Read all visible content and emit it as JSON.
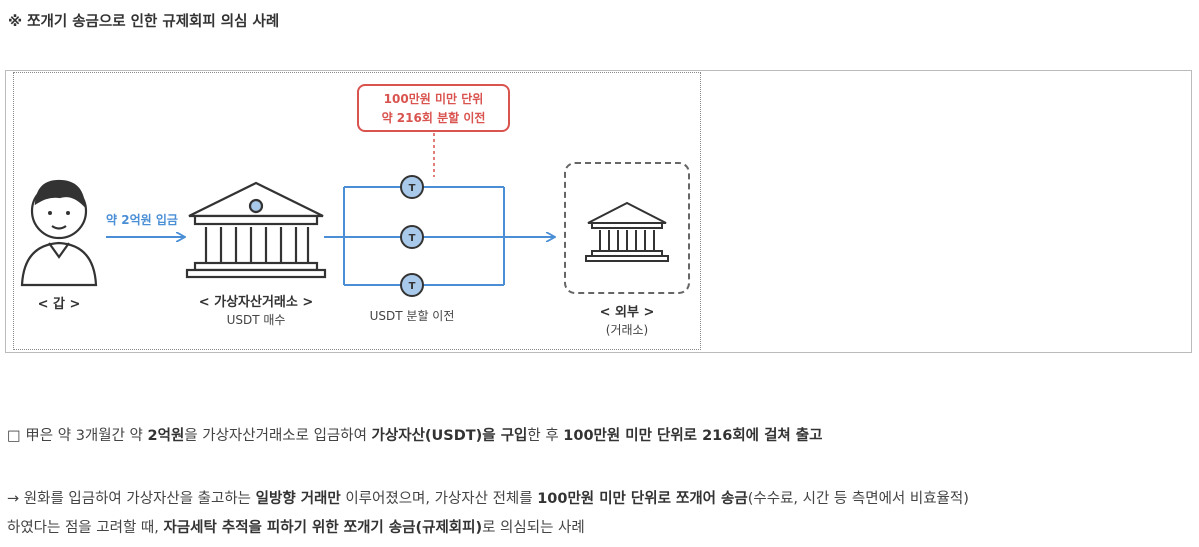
{
  "heading": "※ 쪼개기 송금으로 인한 규제회피 의심 사례",
  "diagram": {
    "person_label": "< 갑 >",
    "deposit_label": "약 2억원 입금",
    "exchange_label": "< 가상자산거래소 >",
    "exchange_sub": "USDT 매수",
    "split_label": "USDT 분할 이전",
    "note_line1": "100만원 미만 단위",
    "note_line2": "약 216회 분할 이전",
    "token_symbol": "T",
    "external_label": "< 외부 >",
    "external_sub": "(거래소)",
    "colors": {
      "arrow": "#4a8fd6",
      "note": "#d9534f",
      "token": "#a9c9ea"
    }
  },
  "para1": {
    "p1": "□ 甲은 약 3개월간 약 ",
    "b1": "2억원",
    "p2": "을 가상자산거래소로 입금하여 ",
    "b2": "가상자산(USDT)을 구입",
    "p3": "한 후 ",
    "b3": "100만원 미만 단위로 216회에 걸쳐 출고"
  },
  "para2": {
    "p1": " → 원화를 입금하여 가상자산을 출고하는 ",
    "b1": "일방향 거래만",
    "p2": " 이루어졌으며, 가상자산 전체를 ",
    "b2": "100만원 미만 단위로 쪼개어 송금",
    "p3": "(수수료, 시간 등 측면에서 비효율적)"
  },
  "para3": {
    "p1": "하였다는 점을 고려할 때, ",
    "b1": "자금세탁 추적을 피하기 위한 쪼개기 송금(규제회피)",
    "p2": "로 의심되는 사례"
  }
}
